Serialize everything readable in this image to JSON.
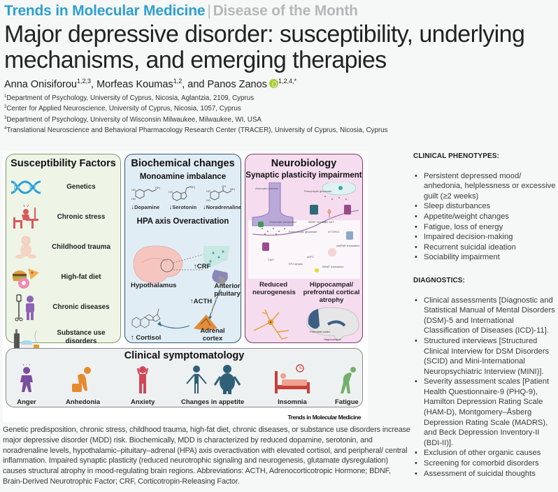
{
  "header": {
    "journal": "Trends in Molecular Medicine",
    "separator": "|",
    "section": "Disease of the Month",
    "title_line1": "Major depressive disorder: susceptibility, underlying",
    "title_line2": "mechanisms, and emerging therapies"
  },
  "authors": [
    {
      "name": "Anna Onisiforou",
      "affil": "1,2,3",
      "sep": ", "
    },
    {
      "name": "Morfeas Koumas",
      "affil": "1,2",
      "sep": ", and "
    },
    {
      "name": "Panos Zanos",
      "affil": "1,2,4,*",
      "sep": "",
      "orcid": true
    }
  ],
  "affiliations": [
    {
      "num": "1",
      "text": "Department of Psychology, University of Cyprus, Nicosia, Aglantzia, 2109, Cyprus"
    },
    {
      "num": "2",
      "text": "Center for Applied Neuroscience, University of Cyprus, Nicosia, 1057, Cyprus"
    },
    {
      "num": "3",
      "text": "Department of Psychology, University of Wisconsin Milwaukee, Milwaukee, WI, USA"
    },
    {
      "num": "4",
      "text": "Translational Neuroscience and Behavioral Pharmacology Research Center (TRACER), University of Cyprus, Nicosia, Cyprus"
    }
  ],
  "figure": {
    "susceptibility": {
      "title": "Susceptibility Factors",
      "items": [
        {
          "label": "Genetics",
          "icon": "dna-icon"
        },
        {
          "label": "Chronic stress",
          "icon": "stressed-person-icon"
        },
        {
          "label": "Childhood trauma",
          "icon": "baby-icon"
        },
        {
          "label": "High-fat diet",
          "icon": "fast-food-icon"
        },
        {
          "label": "Chronic diseases",
          "icon": "iv-patient-icon"
        },
        {
          "label": "Substance use disorders",
          "icon": "substances-icon"
        }
      ]
    },
    "biochemical": {
      "title": "Biochemical changes",
      "monoamine_title": "Monoamine imbalance",
      "monoamines": [
        "Dopamine",
        "Serotonin",
        "Noradrenaline"
      ],
      "hpa_title": "HPA axis Overactivation",
      "labels": {
        "hypothalamus": "Hypothalamus",
        "crf": "CRF",
        "anterior_pituitary": "Anterior pituitary",
        "acth": "ACTH",
        "adrenal_cortex": "Adrenal cortex",
        "cortisol": "Cortisol"
      }
    },
    "neurobiology": {
      "title": "Neurobiology",
      "subtitle": "Synaptic plasticity impairment",
      "diagram_labels": [
        "Astrocytic process",
        "Presynaptic glutamate",
        "Glutamate transporter",
        "Extracellular glutamate",
        "BDNF release",
        "ERK AKT",
        "mTORC1",
        "AMPAR translation",
        "Ca2+",
        "EF2 kinase",
        "eEF2",
        "BDNF translation"
      ],
      "reduced_neurogenesis": "Reduced neurogenesis",
      "atrophy": "Hippocampal/ prefrontal cortical atrophy",
      "prefrontal_cortex": "Prefrontal cortex",
      "hippocampus": "Hippocampus"
    },
    "clinical": {
      "title": "Clinical symptomatology",
      "items": [
        "Anger",
        "Anhedonia",
        "Anxiety",
        "Changes in appetite",
        "Insomnia",
        "Fatigue"
      ]
    },
    "credit": "Trends in Molecular Medicine"
  },
  "caption": "Genetic predisposition, chronic stress, childhood trauma, high-fat diet, chronic diseases, or substance use disorders increase major depressive disorder (MDD) risk. Biochemically, MDD is characterized by reduced dopamine, serotonin, and noradrenaline levels, hypothalamic–pituitary–adrenal (HPA) axis overactivation with elevated cortisol, and peripheral/ central inflammation. Impaired synaptic plasticity (reduced neurotrophic signaling and neurogenesis, glutamate dysregulation) causes structural atrophy in mood-regulating brain regions. Abbreviations: ACTH, Adrenocorticotropic Hormone; BDNF, Brain-Derived Neurotrophic Factor; CRF, Corticotropin-Releasing Factor.",
  "sidebar": {
    "phenotypes_title": "CLINICAL PHENOTYPES:",
    "phenotypes": [
      "Persistent depressed mood/ anhedonia, helplessness or excessive guilt (≥2 weeks)",
      "Sleep disturbances",
      "Appetite/weight changes",
      "Fatigue, loss of energy",
      "Impaired decision-making",
      "Recurrent suicidal ideation",
      "Sociability impairment"
    ],
    "diagnostics_title": "DIAGNOSTICS:",
    "diagnostics": [
      "Clinical assessments [Diagnostic and Statistical Manual of Mental Disorders (DSM)-5 and International Classification of Diseases (ICD)-11].",
      "Structured interviews [Structured Clinical Interview for DSM Disorders (SCID) and Mini-International Neuropsychiatric Interview (MINI)].",
      "Severity assessment scales [Patient Health Questionnaire-9 (PHQ-9), Hamilton Depression Rating Scale (HAM-D), Montgomery–Åsberg Depression Rating Scale (MADRS), and Beck Depression Inventory-II (BDI-II)].",
      "Exclusion of other organic causes",
      "Screening for comorbid disorders",
      "Assessment of suicidal thoughts"
    ]
  },
  "colors": {
    "journal_blue": "#2e9fd1",
    "section_gray": "#b5b7b8",
    "orcid_green": "#a6ce39",
    "susceptibility_bg": "#eef5e7",
    "biochemical_bg": "#e1edf5",
    "neurobiology_bg": "#f5dcef",
    "clinical_bg": "#eef1f1"
  }
}
